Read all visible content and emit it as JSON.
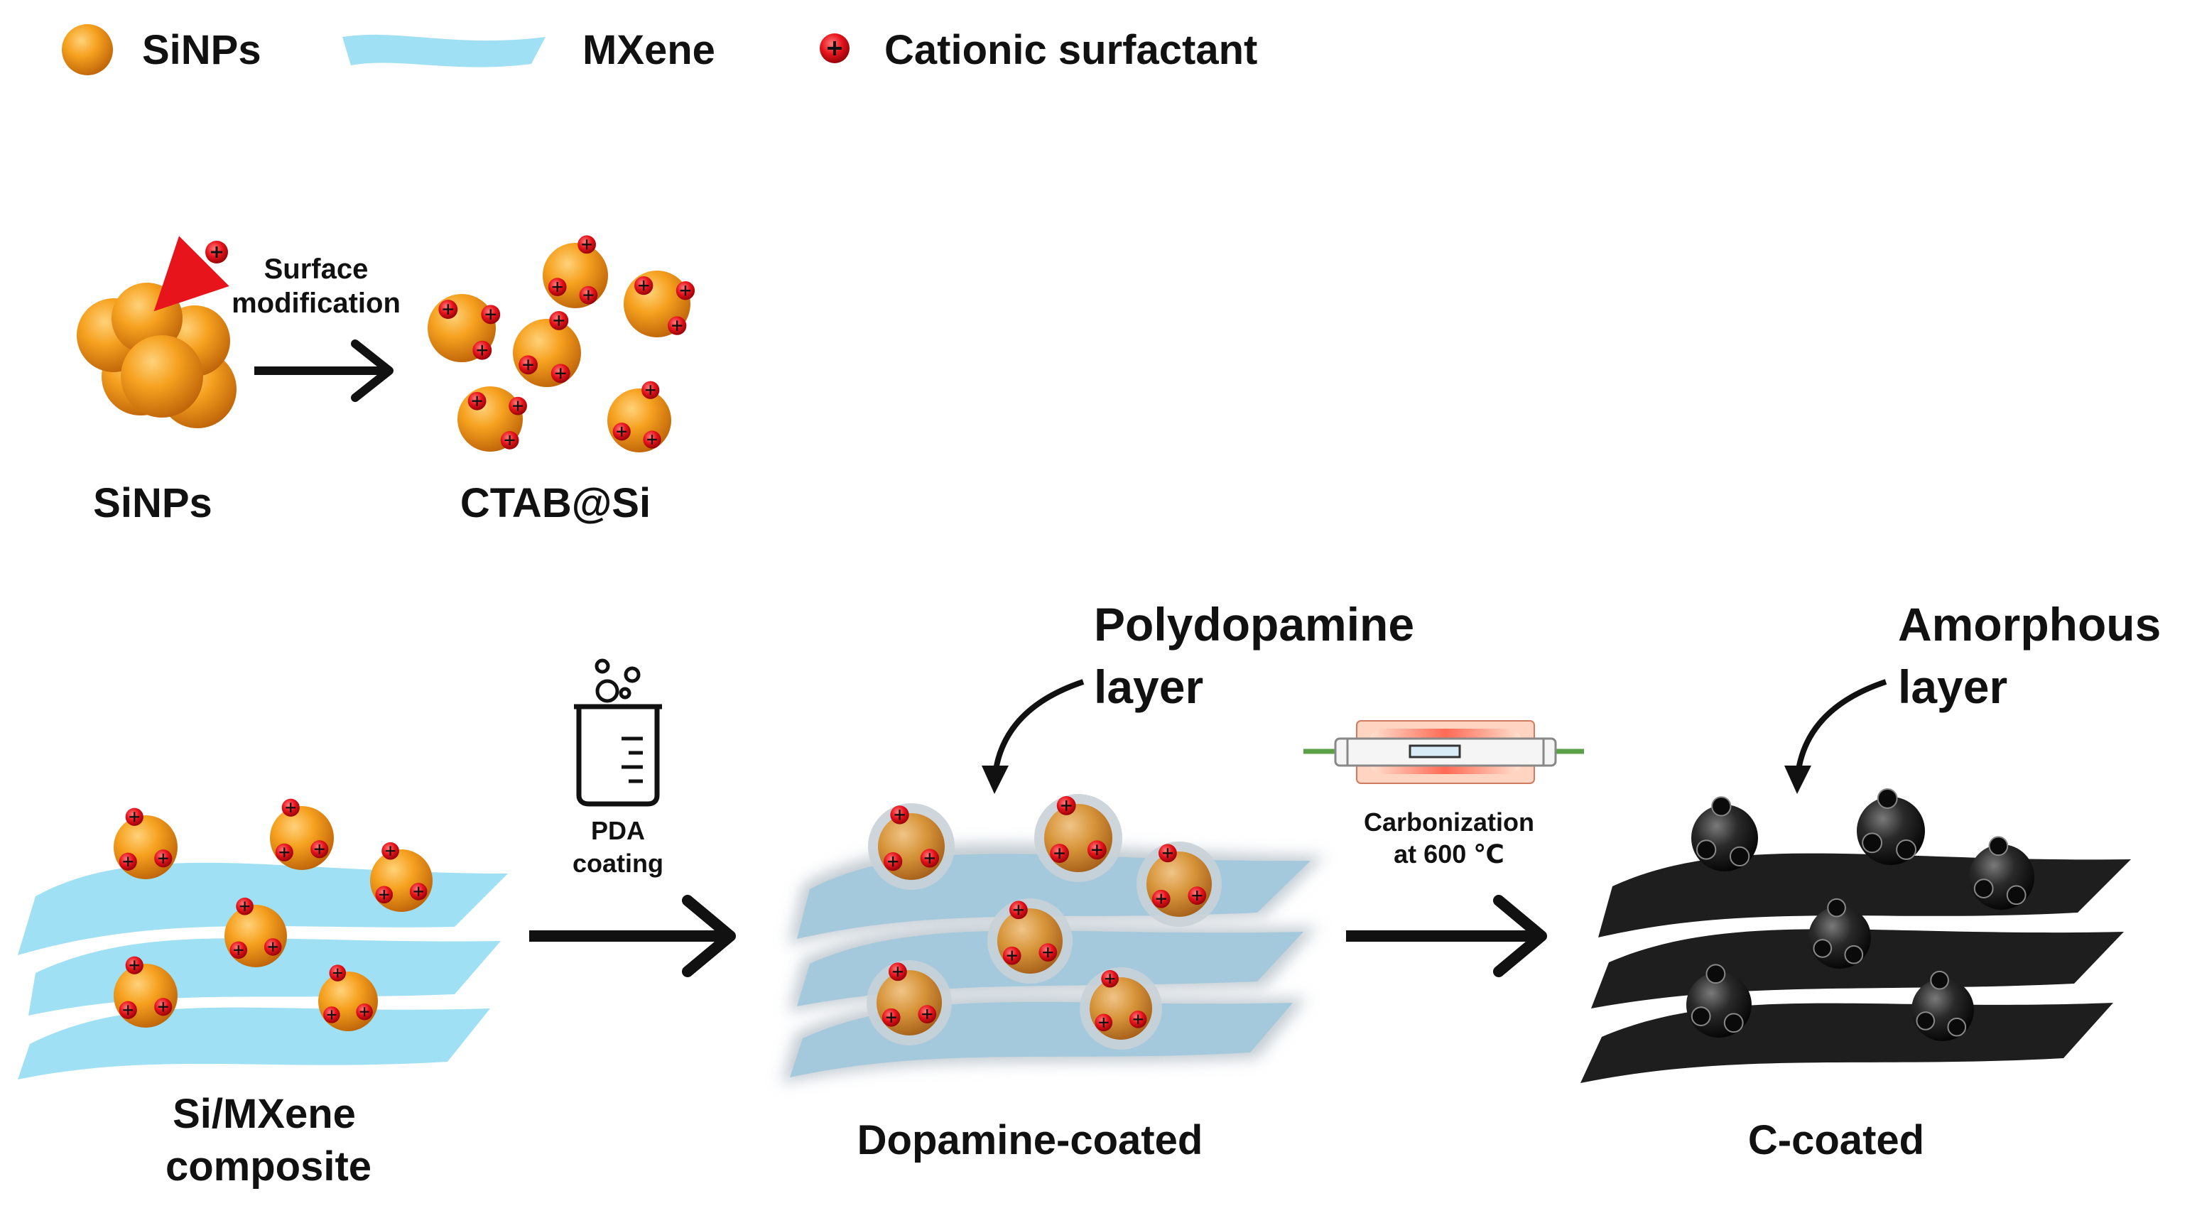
{
  "legend": {
    "sinps": "SiNPs",
    "mxene": "MXene",
    "cationic": "Cationic surfactant"
  },
  "step1": {
    "arrow_label_line1": "Surface",
    "arrow_label_line2": "modification",
    "left_label": "SiNPs",
    "right_label": "CTAB@Si"
  },
  "step2": {
    "arrow_label_line1": "PDA",
    "arrow_label_line2": "coating",
    "left_label_line1": "Si/MXene",
    "left_label_line2": "composite",
    "middle_label": "Dopamine-coated",
    "middle_annotation_line1": "Polydopamine",
    "middle_annotation_line2": "layer"
  },
  "step3": {
    "arrow_label_line1": "Carbonization",
    "arrow_label_line2": "at 600 ℃",
    "right_label": "C-coated",
    "right_annotation_line1": "Amorphous",
    "right_annotation_line2": "layer"
  },
  "colors": {
    "sinp_orange": "#f29a1c",
    "mxene_blue": "#9fe0f5",
    "surfactant_red": "#e8141c",
    "carbon_black": "#1e1e1e",
    "pda_gray": "#b9c4cc"
  }
}
